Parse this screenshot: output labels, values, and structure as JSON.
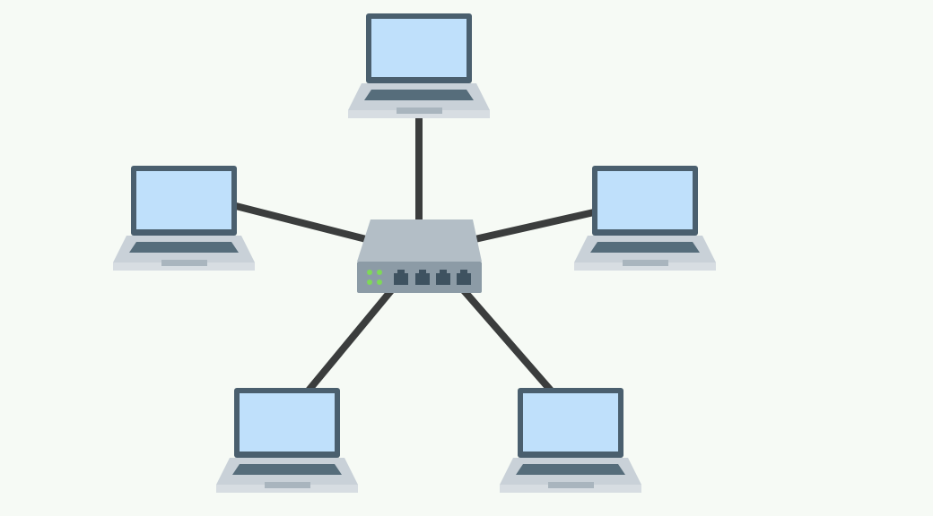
{
  "diagram": {
    "type": "star-network-topology",
    "hub": {
      "icon": "network-switch-icon",
      "ports": 4,
      "status_leds": 4
    },
    "nodes": [
      {
        "id": "laptop-top",
        "icon": "laptop-icon"
      },
      {
        "id": "laptop-left",
        "icon": "laptop-icon"
      },
      {
        "id": "laptop-right",
        "icon": "laptop-icon"
      },
      {
        "id": "laptop-bottom-left",
        "icon": "laptop-icon"
      },
      {
        "id": "laptop-bottom-right",
        "icon": "laptop-icon"
      }
    ]
  },
  "colors": {
    "background": "#f6faf5",
    "cable": "#3b3d3d",
    "screen_frame": "#4a5f6e",
    "screen": "#bfe0fb",
    "laptop_base": "#c9d1d8",
    "keyboard": "#566d7b",
    "switch_top": "#b3bec6",
    "switch_front": "#8c9ba6",
    "port": "#3e5260",
    "led": "#7ed957"
  }
}
